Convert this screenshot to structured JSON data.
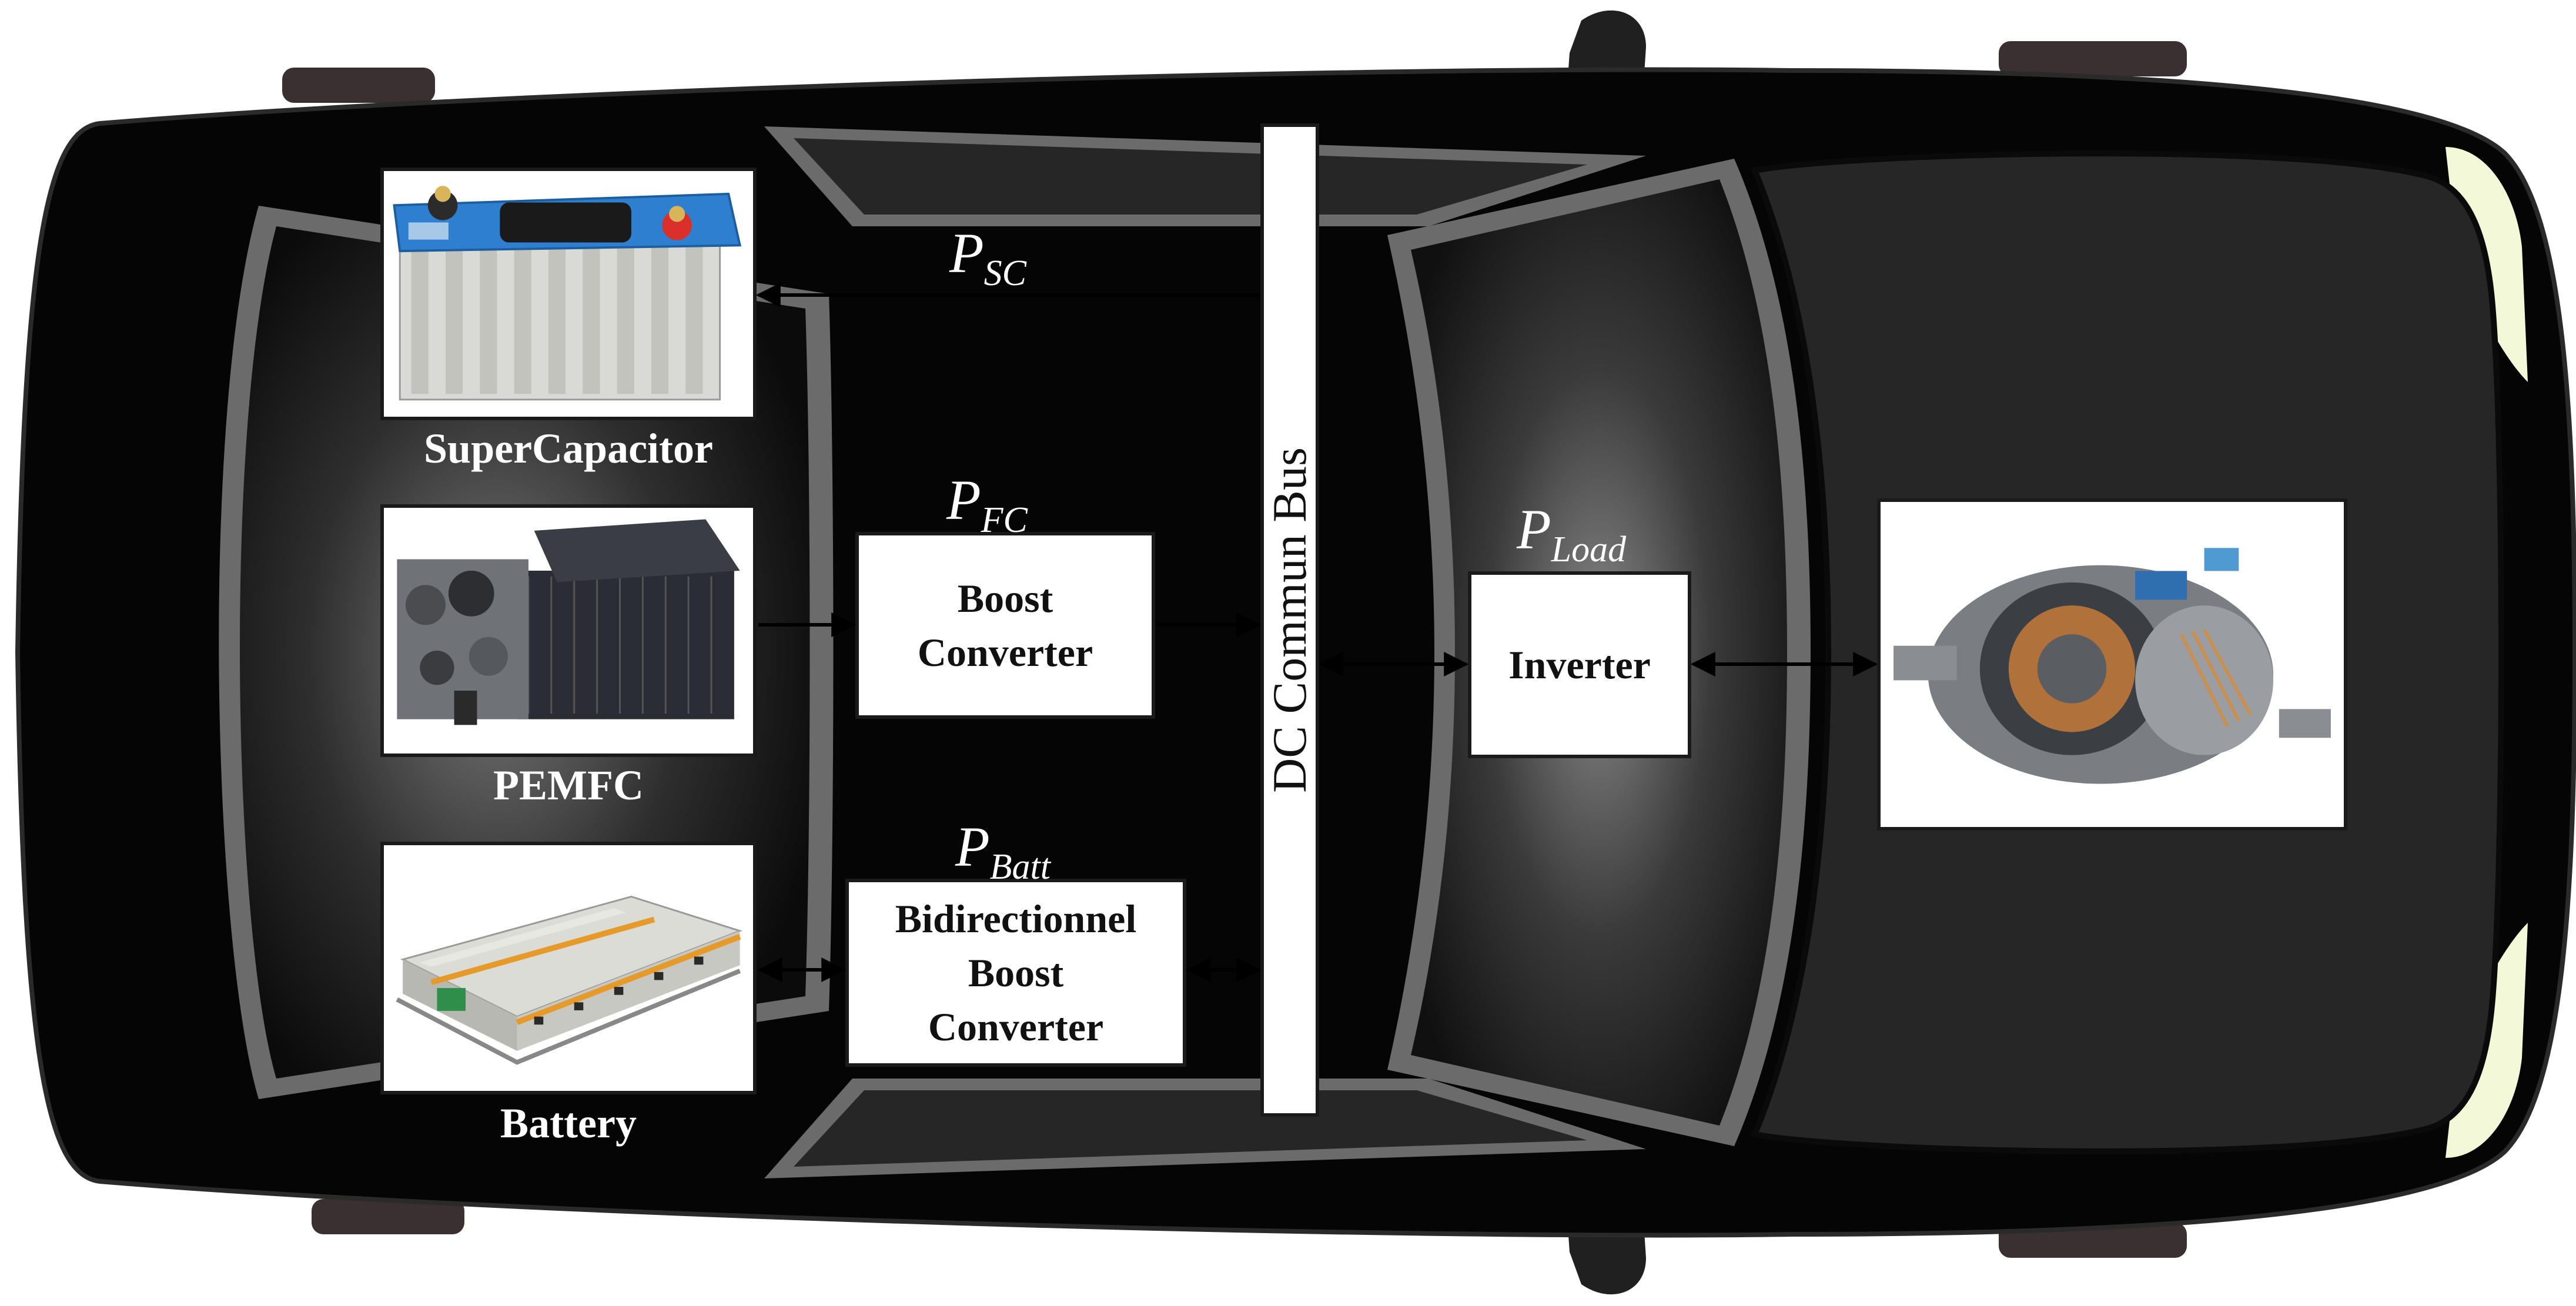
{
  "components": {
    "supercapacitor": {
      "label": "SuperCapacitor"
    },
    "pemfc": {
      "label": "PEMFC"
    },
    "battery": {
      "label": "Battery"
    }
  },
  "converters": {
    "boost": {
      "line1": "Boost",
      "line2": "Converter"
    },
    "bidirectional": {
      "line1": "Bidirectionnel",
      "line2": "Boost",
      "line3": "Converter"
    },
    "inverter": {
      "label": "Inverter"
    }
  },
  "bus": {
    "label": "DC Commun Bus"
  },
  "powers": {
    "sc": {
      "symbol": "P",
      "subscript": "SC"
    },
    "fc": {
      "symbol": "P",
      "subscript": "FC"
    },
    "batt": {
      "symbol": "P",
      "subscript": "Batt"
    },
    "load": {
      "symbol": "P",
      "subscript": "Load"
    }
  },
  "colors": {
    "car_body": "#050505",
    "car_trim": "#6b6b6b",
    "cabin_glow": "#7a7a7a",
    "headlight": "#f2f8d8",
    "box_fill": "#ffffff",
    "text_light": "#ffffff",
    "text_dark": "#111111"
  }
}
